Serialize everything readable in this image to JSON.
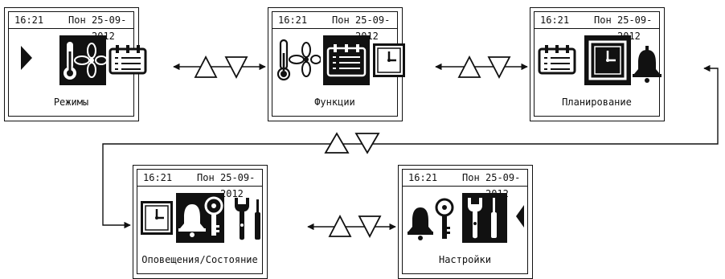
{
  "screens": [
    {
      "time": "16:21",
      "day": "Пон",
      "date": "25-09-2012",
      "label": "Режимы"
    },
    {
      "time": "16:21",
      "day": "Пон",
      "date": "25-09-2012",
      "label": "Функции"
    },
    {
      "time": "16:21",
      "day": "Пон",
      "date": "25-09-2012",
      "label": "Планирование"
    },
    {
      "time": "16:21",
      "day": "Пон",
      "date": "25-09-2012",
      "label": "Оповещения/Состояние"
    },
    {
      "time": "16:21",
      "day": "Пон",
      "date": "25-09-2012",
      "label": "Настройки"
    }
  ],
  "colors": {
    "ink": "#111111",
    "background": "#ffffff"
  },
  "icons": [
    "arrow-right-icon",
    "thermometer-fan-icon",
    "calendar-icon",
    "clock-icon",
    "bell-icon",
    "key-icon",
    "wrench-icon",
    "screwdriver-icon",
    "arrow-left-icon",
    "up-triangle-icon",
    "down-triangle-icon"
  ]
}
